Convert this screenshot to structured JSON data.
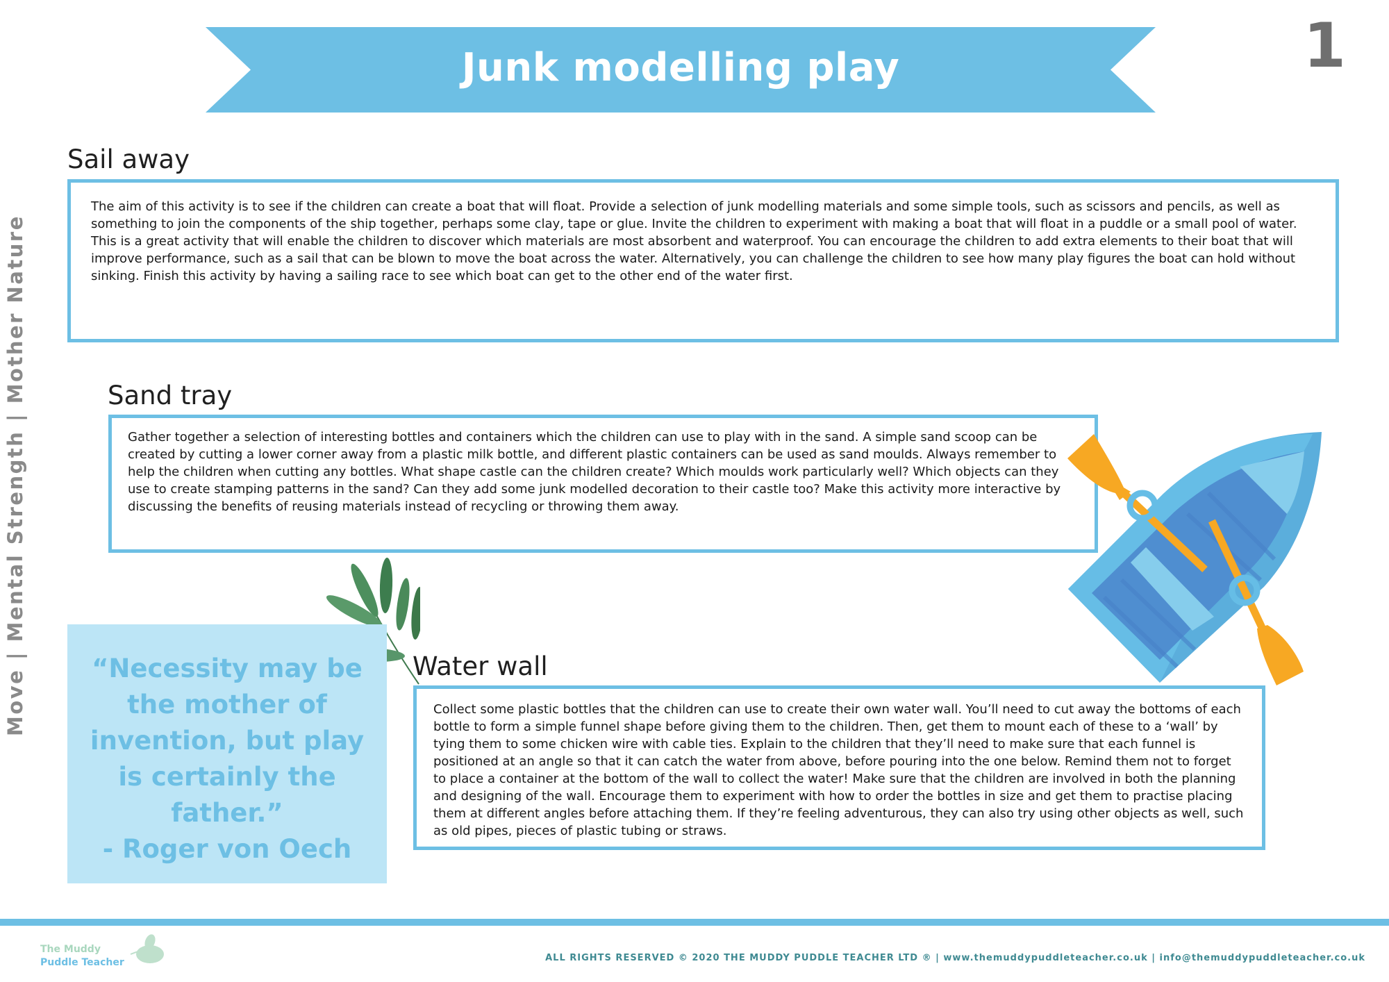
{
  "page": {
    "title": "Junk modelling play",
    "number": "1",
    "side_label": "Move | Mental Strength | Mother Nature"
  },
  "sections": [
    {
      "heading": "Sail away",
      "body": "The aim of this activity is to see if the children can create a boat that will float.  Provide a selection of junk modelling materials and some simple tools, such as scissors and pencils, as well as something to join the components of the ship together, perhaps some clay, tape or glue. Invite the children to experiment with making a boat that will float in a puddle or a small pool of water. This is a great activity that will enable the children to discover which materials are most absorbent and waterproof. You can encourage the children to add extra elements to their boat that will improve performance, such as a sail that can be blown to move the boat across the water. Alternatively, you can challenge the children to see how many play figures the boat can hold without sinking. Finish this activity by having a sailing race to see which boat can get to the other end of the water first."
    },
    {
      "heading": "Sand tray",
      "body": "Gather together a selection of interesting bottles and containers which the children can use to play with in the sand. A simple sand scoop can be created by cutting a lower corner away from a plastic milk bottle, and different plastic containers can be used as sand moulds. Always remember to help the children when cutting any bottles. What shape castle can the children create? Which moulds work particularly well? Which objects can they use to create stamping patterns in the sand? Can they add some junk modelled decoration to their castle too? Make this activity more interactive by discussing the benefits of reusing materials instead of recycling or throwing them away."
    },
    {
      "heading": "Water wall",
      "body": "Collect some plastic bottles that the children can use to create their own water wall. You’ll need to cut away the bottoms of each bottle to form a simple funnel shape before giving them to the children. Then, get them to mount each of these to a ‘wall’ by tying them to some chicken wire with cable ties. Explain to the children that they’ll need to make sure that each funnel is positioned at an angle so that it can catch the water from above, before pouring into the one below. Remind them not to forget to place a container at the bottom of the wall to collect the water! Make sure that the children are involved in both the planning and designing of the wall. Encourage them to experiment with how to order the bottles in size and get them to practise placing them at different angles before attaching them. If they’re feeling adventurous, they can also try using other objects as well, such as old pipes, pieces of plastic tubing or straws."
    }
  ],
  "quote": {
    "text": "“Necessity may be the mother of invention, but play is certainly the father.”",
    "author": "- Roger von Oech"
  },
  "footer": {
    "logo_line1": "The Muddy",
    "logo_line2": "Puddle Teacher",
    "copyright": "ALL RIGHTS RESERVED © 2020 THE MUDDY PUDDLE TEACHER LTD ® | www.themuddypuddleteacher.co.uk | info@themuddypuddleteacher.co.uk"
  },
  "colors": {
    "accent_blue": "#6dbfe4",
    "quote_bg": "#bce5f6",
    "oar_orange": "#f7a823",
    "boat_dark": "#4a86cc",
    "footer_text": "#3f8a92"
  },
  "icons": [
    "rowing-boat-illustration",
    "eucalyptus-leaf-illustration",
    "muddy-puddle-leaf-logo"
  ]
}
